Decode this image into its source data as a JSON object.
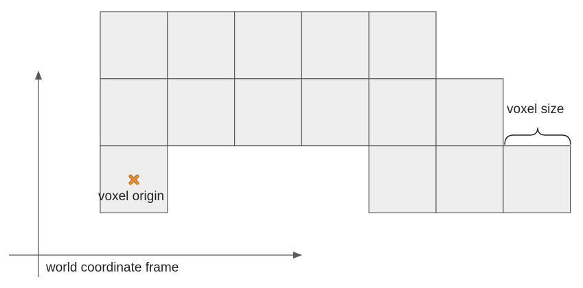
{
  "diagram": {
    "labels": {
      "voxel_origin": "voxel origin",
      "voxel_size": "voxel size",
      "frame": "world coordinate frame"
    },
    "grid": {
      "rows": [
        [
          0,
          1,
          2,
          3,
          4
        ],
        [
          0,
          1,
          2,
          3,
          4,
          5
        ],
        [
          0,
          4,
          5,
          6
        ]
      ],
      "origin_cell": {
        "row": 2,
        "col": 0
      },
      "size_bracket_cell": {
        "row": 2,
        "col": 6
      }
    },
    "colors": {
      "cell_fill": "#eeeeee",
      "cell_stroke": "#595959",
      "axis": "#595959",
      "origin_marker": "#e69138",
      "origin_marker_stroke": "#b45f06"
    }
  }
}
